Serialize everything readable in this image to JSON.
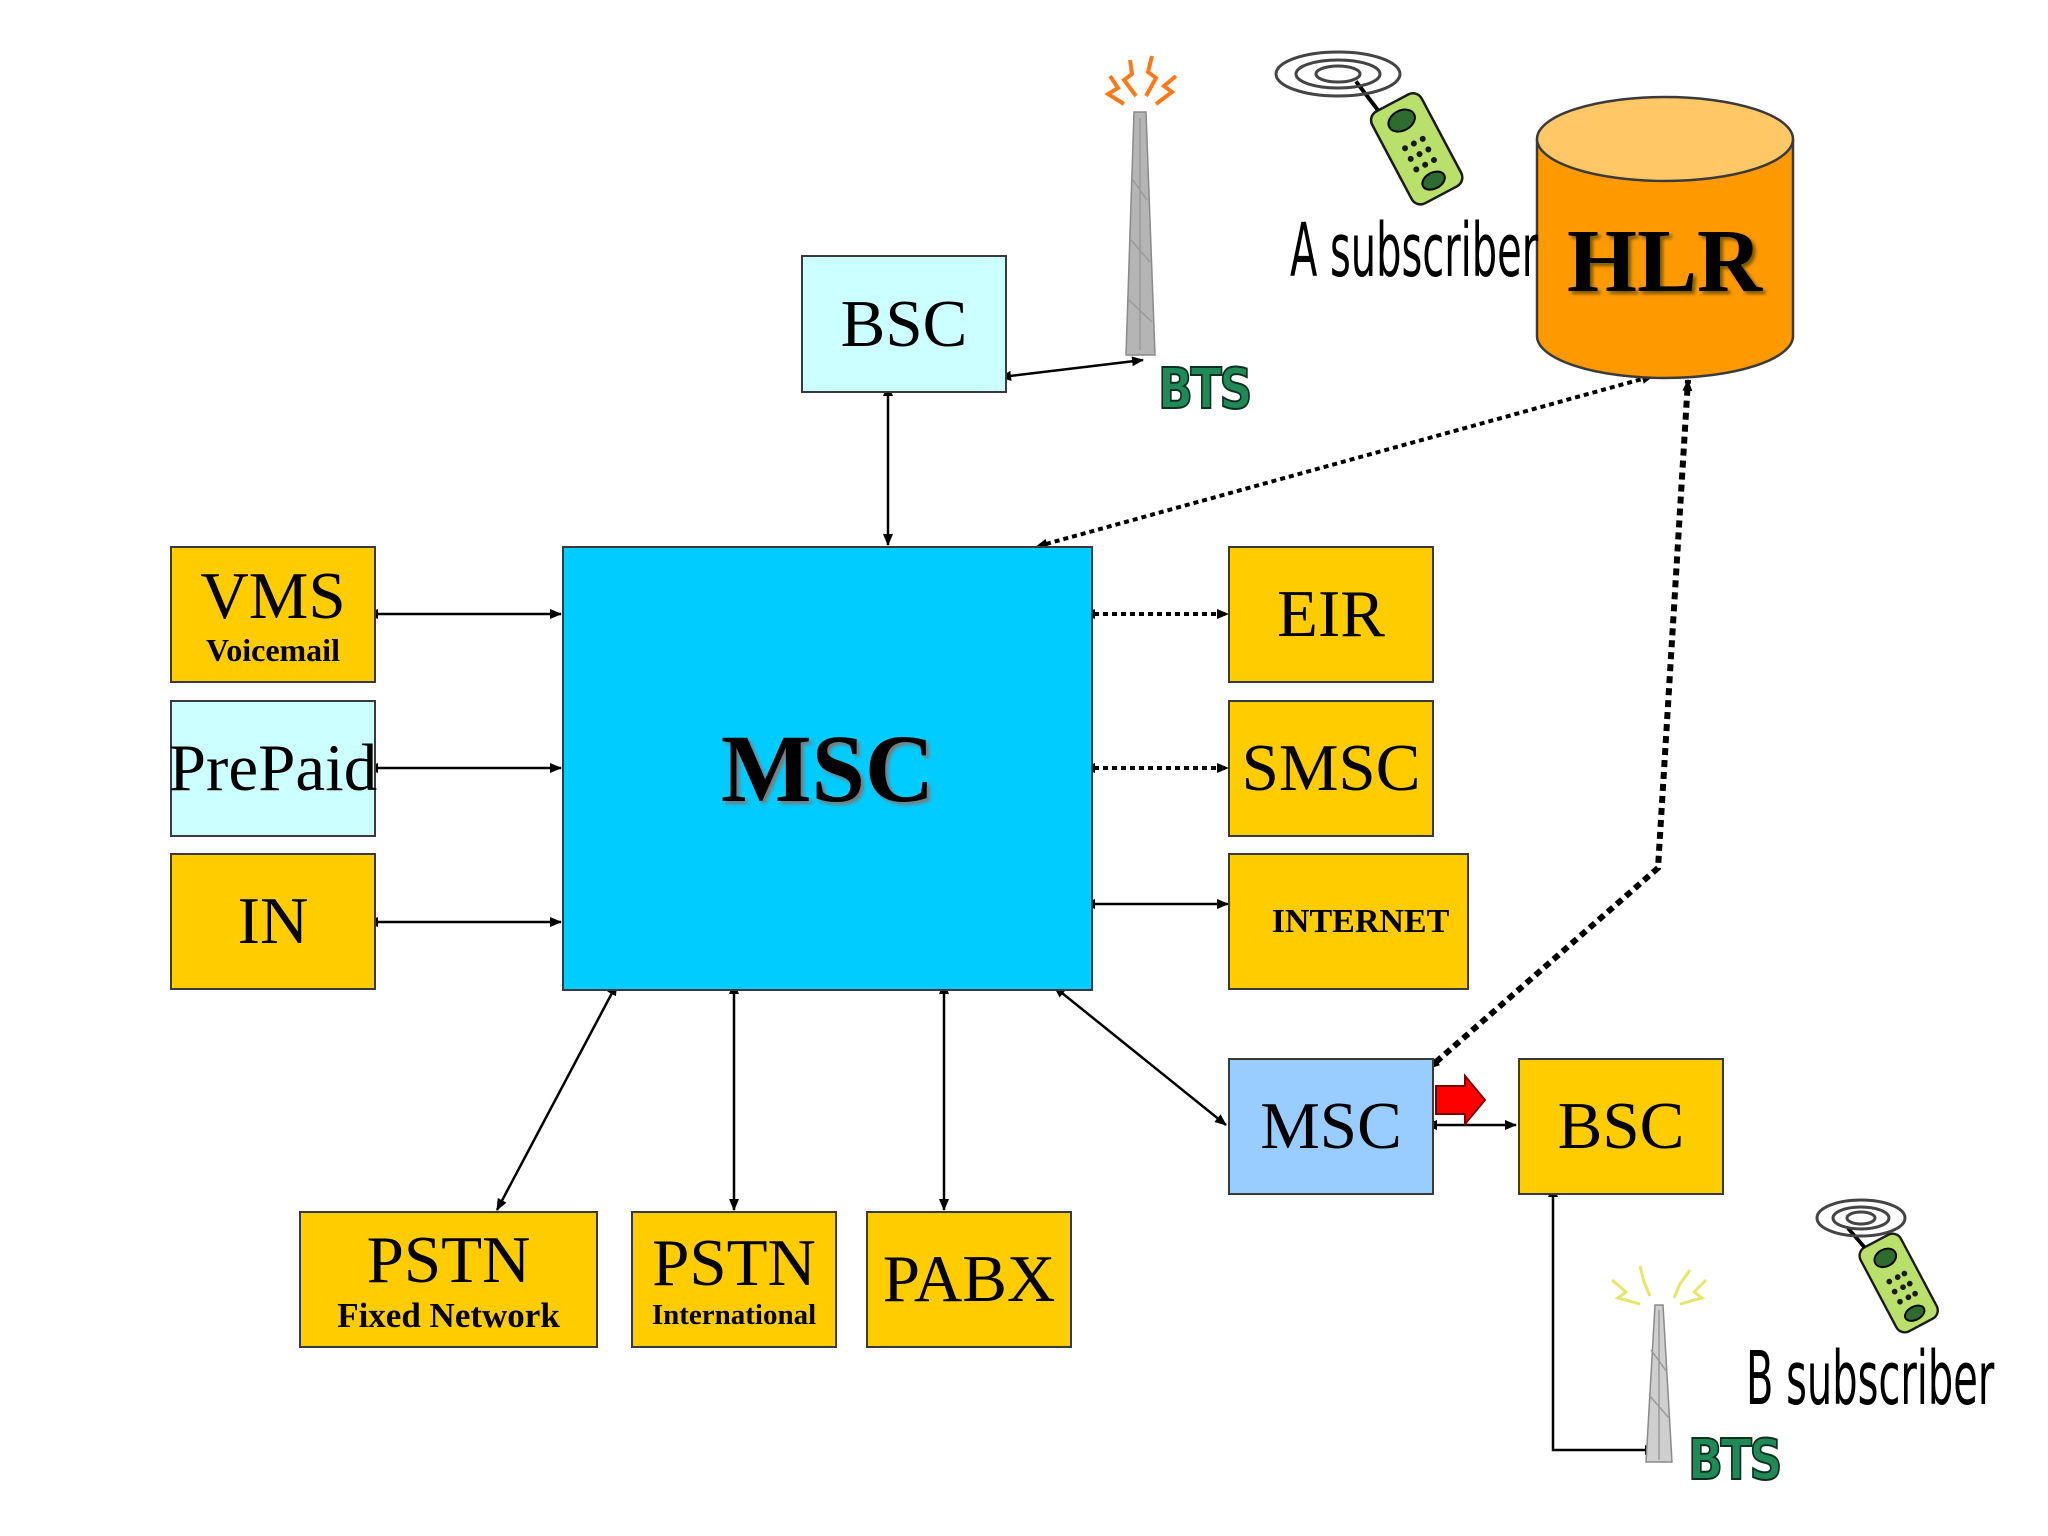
{
  "hlr": {
    "label": "HLR"
  },
  "bts_top": {
    "label": "BTS"
  },
  "bts_bottom": {
    "label": "BTS"
  },
  "a_subscriber": {
    "label": "A subscriber"
  },
  "b_subscriber": {
    "label": "B subscriber"
  },
  "bsc_top": {
    "label": "BSC"
  },
  "msc_main": {
    "label": "MSC"
  },
  "vms": {
    "label": "VMS",
    "sublabel": "Voicemail"
  },
  "prepaid": {
    "label": "PrePaid"
  },
  "in": {
    "label": "IN"
  },
  "eir": {
    "label": "EIR"
  },
  "smsc": {
    "label": "SMSC"
  },
  "internet": {
    "label": "INTERNET"
  },
  "msc_remote": {
    "label": "MSC"
  },
  "bsc_remote": {
    "label": "BSC"
  },
  "pstn_fixed": {
    "label": "PSTN",
    "sublabel": "Fixed Network"
  },
  "pstn_intl": {
    "label": "PSTN",
    "sublabel": "International"
  },
  "pabx": {
    "label": "PABX"
  },
  "colors": {
    "node_yellow": "#ffcc00",
    "node_cyan": "#ccffff",
    "msc_blue": "#00ccff",
    "remote_msc_blue": "#99ccff",
    "hlr_orange": "#ff9900",
    "handover_arrow": "#ff0000",
    "bts_text": "#1f8a55"
  },
  "icons": [
    "antenna-tower-icon",
    "mobile-phone-icon",
    "database-cylinder-icon"
  ]
}
